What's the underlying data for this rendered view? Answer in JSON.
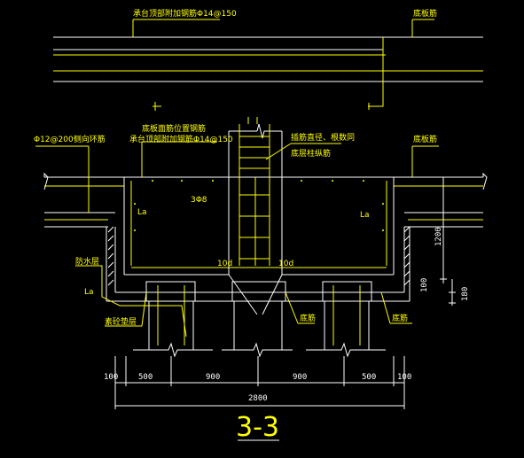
{
  "labels": {
    "top_slab_rebar": "承台顶部附加钢筋Φ14@150",
    "slab_rebar_top_right": "底板筋",
    "ring_rebar": "Φ12@200侧向环筋",
    "bottom_slab_bar_a": "底板面筋位置钢筋",
    "bottom_slab_bar_b": "承台顶部附加钢筋Φ14@150",
    "column_note": "插筋直径、根数同",
    "column_note2": "底层柱纵筋",
    "slab_rebar_mid_right": "底板筋",
    "three_phi": "3Φ8",
    "la_left": "La",
    "la_right": "La",
    "la_bottom": "La",
    "ten_d_left": "10d",
    "ten_d_right": "10d",
    "waterproof": "防水层",
    "cushion": "素砼垫层",
    "bottom_bar": "底筋",
    "bottom_bar2": "底筋",
    "dim_1200": "1200",
    "dim_100v": "100",
    "dim_180": "180"
  },
  "dims": {
    "d100a": "100",
    "d500a": "500",
    "d900a": "900",
    "d900b": "900",
    "d500b": "500",
    "d100b": "100",
    "total": "2800"
  },
  "section_title": "3-3"
}
